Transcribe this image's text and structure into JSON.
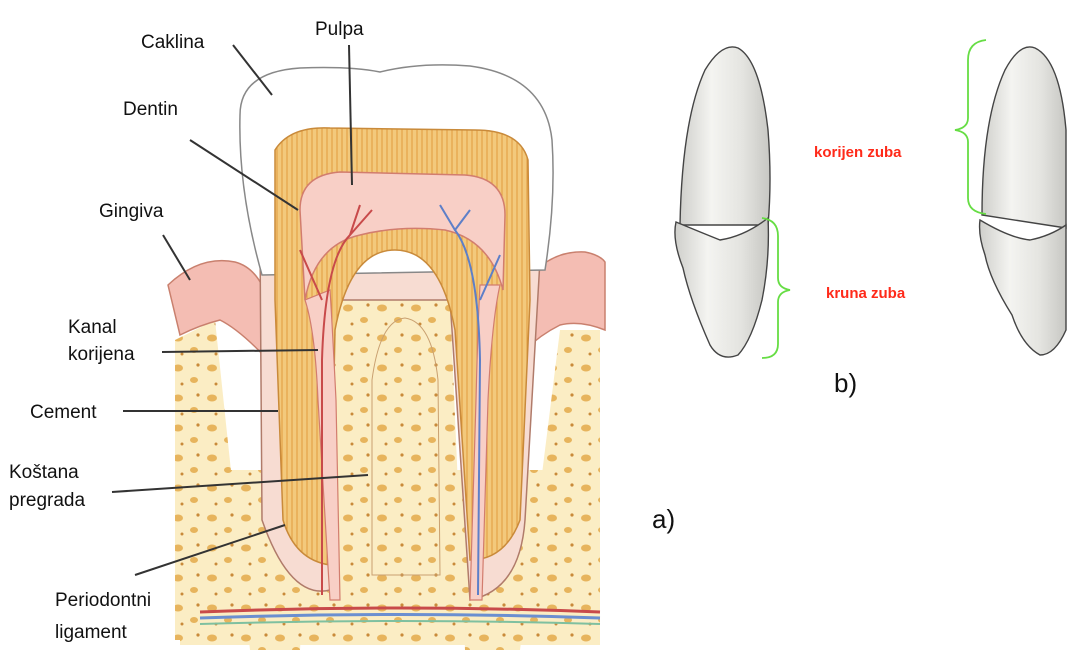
{
  "diagram_a": {
    "part_label": "a)",
    "labels": {
      "caklina": "Caklina",
      "pulpa": "Pulpa",
      "dentin": "Dentin",
      "gingiva": "Gingiva",
      "kanal_line1": "Kanal",
      "kanal_line2": "korijena",
      "cement": "Cement",
      "kostana_line1": "Koštana",
      "kostana_line2": "pregrada",
      "periodontni_line1": "Periodontni",
      "periodontni_line2": "ligament"
    }
  },
  "diagram_b": {
    "part_label": "b)",
    "labels": {
      "korijen": "korijen zuba",
      "kruna": "kruna zuba"
    }
  },
  "colors": {
    "accent_red": "#ff2a1a",
    "brace_green": "#66dd44",
    "dentin": "#f2c77a",
    "pulp": "#f7c9c0",
    "bone": "#f9e7b8",
    "gum": "#f3b9b0",
    "tooth_shade": "#e6e6e3"
  }
}
